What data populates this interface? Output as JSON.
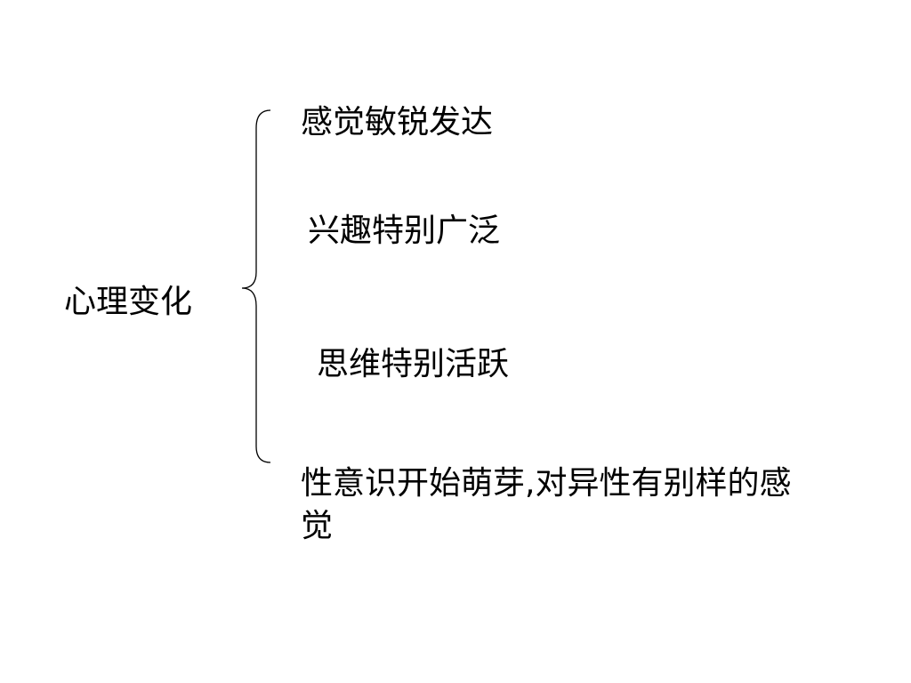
{
  "diagram": {
    "root": "心理变化",
    "branches": [
      "感觉敏锐发达",
      "兴趣特别广泛",
      "思维特别活跃",
      "性意识开始萌芽,对异性有别样的感觉"
    ]
  }
}
